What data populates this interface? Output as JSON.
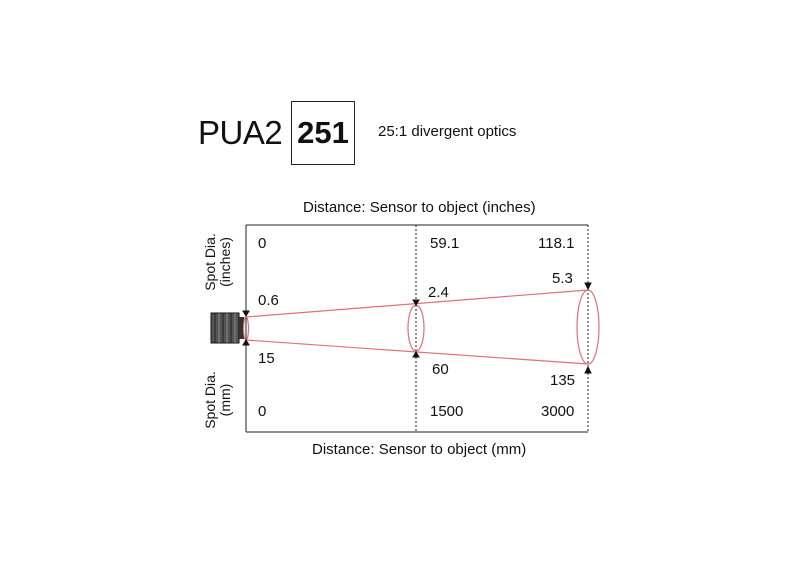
{
  "header": {
    "model": "PUA2",
    "ratio_code": "251",
    "optics_desc": "25:1 divergent optics"
  },
  "diagram": {
    "title_top": "Distance: Sensor to object (inches)",
    "title_bottom": "Distance: Sensor to object (mm)",
    "left_label_inches": [
      "Spot Dia.",
      "(inches)"
    ],
    "left_label_mm": [
      "Spot Dia.",
      "(mm)"
    ],
    "distance_inches": [
      "0",
      "59.1",
      "118.1"
    ],
    "spot_inches": [
      "0.6",
      "2.4",
      "5.3"
    ],
    "spot_mm": [
      "15",
      "60",
      "135"
    ],
    "distance_mm": [
      "0",
      "1500",
      "3000"
    ],
    "beam_color": "#e0707a",
    "line_color": "#222222"
  }
}
